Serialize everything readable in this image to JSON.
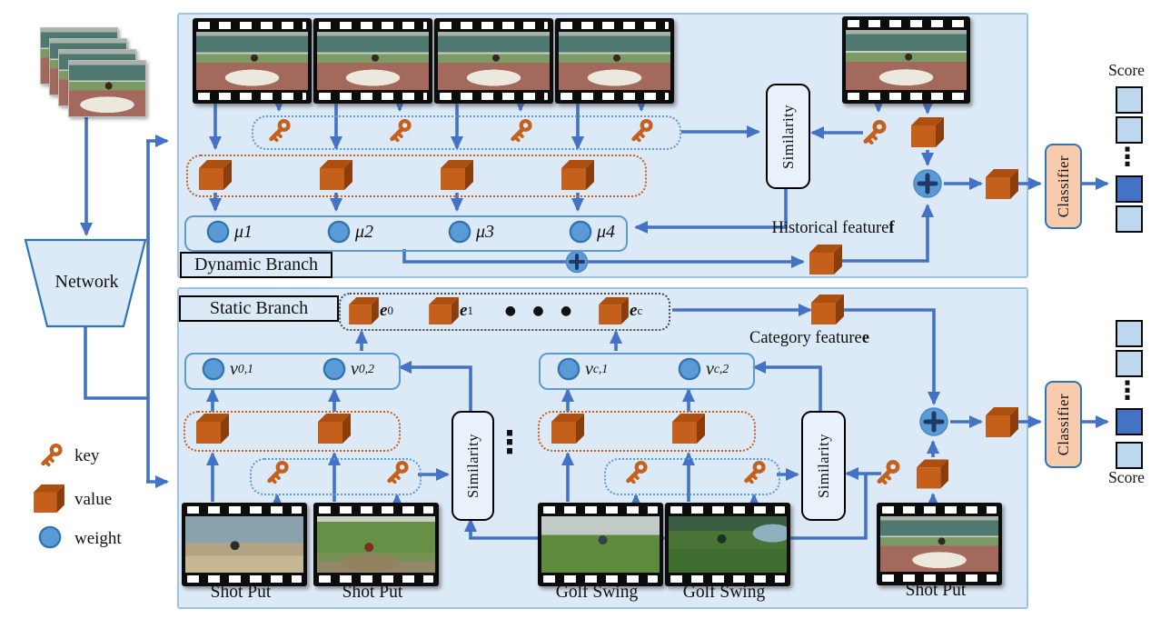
{
  "network": {
    "label": "Network"
  },
  "legend": {
    "key_label": "key",
    "value_label": "value",
    "weight_label": "weight"
  },
  "dynamic": {
    "title": "Dynamic Branch",
    "similarity": "Similarity",
    "classifier": "Classifier",
    "score_label": "Score",
    "score_dots": "⋮",
    "historical_prefix": "Historical feature ",
    "historical_symbol": "f",
    "weights": [
      "μ1",
      "μ2",
      "μ3",
      "μ4"
    ]
  },
  "static": {
    "title": "Static Branch",
    "similarity_a": "Similarity",
    "similarity_b": "Similarity",
    "classifier": "Classifier",
    "score_label": "Score",
    "score_dots": "⋮",
    "group_dots": "⋮",
    "embedding_dots": "● ● ●",
    "category_prefix": "Category feature ",
    "category_symbol": "e",
    "embeddings": [
      {
        "base": "e",
        "sub": "0"
      },
      {
        "base": "e",
        "sub": "1"
      },
      {
        "base": "e",
        "sub": "c"
      }
    ],
    "nu": [
      {
        "base": "ν",
        "sub": "0,1"
      },
      {
        "base": "ν",
        "sub": "0,2"
      },
      {
        "base": "ν",
        "sub": "c,1"
      },
      {
        "base": "ν",
        "sub": "c,2"
      }
    ],
    "strip_labels": [
      "Shot Put",
      "Shot Put",
      "Golf Swing",
      "Golf Swing"
    ],
    "query_label": "Shot Put"
  },
  "colors": {
    "arrow": "#4472C4",
    "panel_fill": "#DCE9F7",
    "panel_border": "#9CC3E5",
    "cube_front": "#C55F1C",
    "cube_top": "#AD4F0F",
    "cube_side": "#8C3D0C",
    "key": "#C5601D",
    "weight_fill": "#5B9BD5",
    "weight_border": "#2E75B6",
    "classifier_fill": "#F7CBAC",
    "score_light": "#BDD7EE",
    "score_dark": "#4472C4",
    "plus_fill": "#5B9BD5",
    "plus_cross": "#1F3864"
  }
}
